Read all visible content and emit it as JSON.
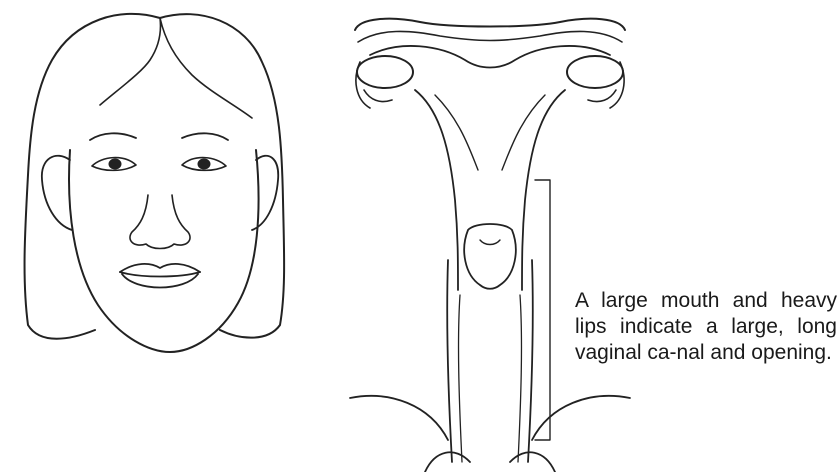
{
  "caption": {
    "text": "A large mouth and heavy lips indicate a large, long vaginal ca-nal and opening."
  },
  "icons": {
    "face": "face-line-drawing",
    "anatomy": "reproductive-anatomy-line-drawing"
  }
}
